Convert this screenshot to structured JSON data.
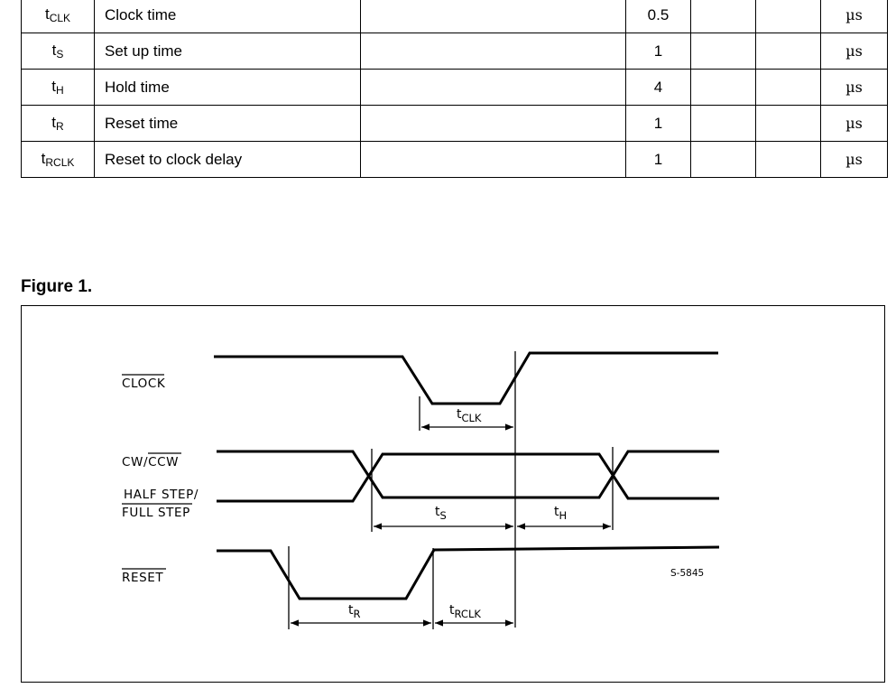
{
  "table": {
    "rows": [
      {
        "sym_main": "t",
        "sym_sub": "CLK",
        "description": "Clock time",
        "value": "0.5",
        "unit": "µs"
      },
      {
        "sym_main": "t",
        "sym_sub": "S",
        "description": "Set up time",
        "value": "1",
        "unit": "µs"
      },
      {
        "sym_main": "t",
        "sym_sub": "H",
        "description": "Hold time",
        "value": "4",
        "unit": "µs"
      },
      {
        "sym_main": "t",
        "sym_sub": "R",
        "description": "Reset time",
        "value": "1",
        "unit": "µs"
      },
      {
        "sym_main": "t",
        "sym_sub": "RCLK",
        "description": "Reset to clock delay",
        "value": "1",
        "unit": "µs"
      }
    ]
  },
  "figure": {
    "caption": "Figure 1.",
    "signals": {
      "clock": "CLOCK",
      "cw": "CW/",
      "ccw": "CCW",
      "half_step": "HALF STEP/",
      "full_step": "FULL STEP",
      "reset": "RESET"
    },
    "timings": {
      "tclk_main": "t",
      "tclk_sub": "CLK",
      "ts_main": "t",
      "ts_sub": "S",
      "th_main": "t",
      "th_sub": "H",
      "tr_main": "t",
      "tr_sub": "R",
      "trclk_main": "t",
      "trclk_sub": "RCLK"
    },
    "reference_code": "S-5845"
  }
}
